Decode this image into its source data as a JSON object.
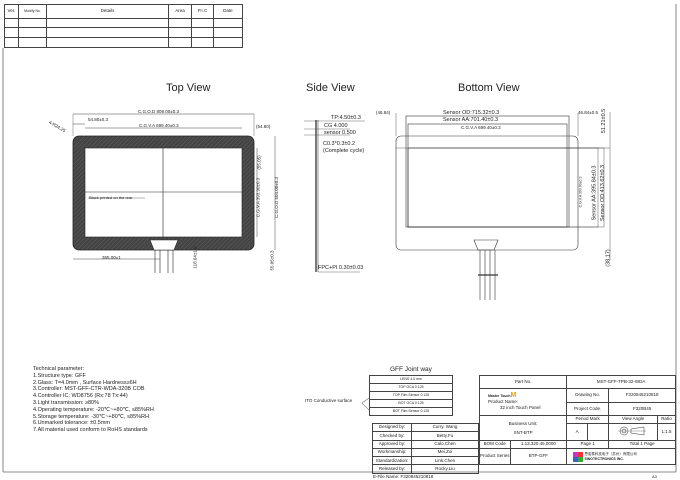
{
  "revision_table": {
    "headers": [
      "Ver.",
      "Modify No.",
      "Details",
      "Area",
      "P.I.C",
      "Date"
    ],
    "rows": [
      [
        "",
        "",
        "",
        "",
        "",
        ""
      ],
      [
        "",
        "",
        "",
        "",
        "",
        ""
      ],
      [
        "",
        "",
        "",
        "",
        "",
        ""
      ]
    ]
  },
  "views": {
    "top": {
      "title": "Top View",
      "dim_od_width": "C.G.O.D 809.00±0.3",
      "dim_va_width": "C.G.V.A 699.40±0.3",
      "dim_left_border": "54.80±0.3",
      "dim_right_border": "(54.80)",
      "dim_corner": "4-R24.25",
      "dim_top_border": "(55.05)",
      "dim_va_height": "C.G.V.A 393.90±0.3",
      "dim_od_height": "C.G.O.D 504.00±0.3",
      "dim_fpc_pos": "365.00±1",
      "dim_fpc_len": "118.64±1.0",
      "dim_bottom": "55.05±0.3",
      "note_black_print": "Black printed on the rear"
    },
    "side": {
      "title": "Side View",
      "tp": "TP:4.50±0.3",
      "cg": "CG 4.000",
      "sensor": "sensor  0.500",
      "chamfer": "C0.3*0.3±0.2",
      "chamfer_note": "(Complete cycle)",
      "fpc": "FPC+PI 0.30±0.03"
    },
    "bottom": {
      "title": "Bottom View",
      "dim_left": "(46.84)",
      "sensor_od_w": "Sensor OD:715.32±0.3",
      "sensor_aa_w": "Sensor AA:701.40±0.3",
      "cgva_w": "C.G.V.A 699.40±0.3",
      "dim_right": "46.84±0.5",
      "dim_top": "51.21±0.5",
      "cgva_h": "C.G.V.A 393.90±0.3",
      "sensor_aa_h": "Sensor AA:395.84±0.3",
      "sensor_od_h": "Sensor OD:413.62±0.3",
      "dim_bottom": "(38.17)"
    }
  },
  "technical_parameters": {
    "heading": "Technical parameter:",
    "items": [
      "1.Structure type: GFF",
      "2.Glass: T=4.0mm , Surface Hardness≥6H",
      "3.Controller: MST-GFF-CTR-WDA-320B    COB",
      "4.Controller IC: WD8756 (Rx:78 Tx:44)",
      "3.Light transmission: ≥80%",
      "4.Operating temperature: -20℃~+80℃, ≤85%RH",
      "5.Storage temperature: -30℃~+80℃, ≤85%RH",
      "6.Unmarked tolerance: ±0.5mm",
      "7.All material used conform to RoHS standards"
    ]
  },
  "gff_joint": {
    "title": "GFF Joint way",
    "layers": [
      "LENS 4.0 mm",
      "TOP OCA 0.125",
      "TOP Film Sensor 0.125",
      "BOT OCA 0.125",
      "BOT Film Sensor 0.125"
    ],
    "ito_label": "ITO Conductive surface"
  },
  "signoff": [
    {
      "role": "Designed by:",
      "name": "Curry. Wang"
    },
    {
      "role": "Checked by:",
      "name": "Betty.Fu"
    },
    {
      "role": "Approved by:",
      "name": "Calo.Chen"
    },
    {
      "role": "Workmanship:",
      "name": "Mei.Zoi"
    },
    {
      "role": "Standardization:",
      "name": "Link.Chen"
    },
    {
      "role": "Released by:",
      "name": "Rocky.Liu"
    }
  ],
  "title_block": {
    "part_no_label": "Part No.",
    "part_no": "MST-GFF-TPB-32-WDA",
    "brand": "Master Touch",
    "product_name_label": "Product Name:",
    "product_name": "32 inch Touch Panel",
    "drawing_no_label": "Drawing No.",
    "drawing_no": "F320845210818",
    "project_code_label": "Project Code.",
    "project_code": "F320B45",
    "business_unit_label": "Business Unit:",
    "business_unit": "SNT-BTP",
    "period_mark_label": "Period Mark",
    "period_mark": "A",
    "view_angle_label": "View Angle",
    "ratio_label": "Ratio",
    "ratio": "1:1.5",
    "bom_code_label": "BOM Code",
    "bom_code": "1.13.320.45.0000",
    "page": "Page 1",
    "total": "Total 1 Page",
    "product_series_label": "Product Series",
    "product_series": "BTP-GFF",
    "company_cn": "思诺泰科技电子（苏州）有限公司",
    "company_en": "SINOTECTRONICS INC.",
    "sheet_size": "A3"
  },
  "efile": {
    "label": "E-File Name:",
    "value": "F320845210818"
  }
}
